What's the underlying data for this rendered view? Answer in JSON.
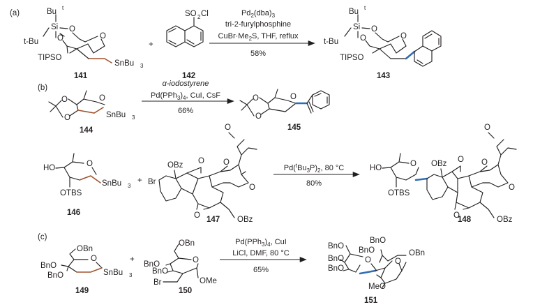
{
  "panels": {
    "a": "(a)",
    "b": "(b)",
    "c": "(c)"
  },
  "plus": "+",
  "atoms": {
    "tBu_sup": "Bu",
    "t": "t",
    "tBu_left": "t-Bu",
    "si": "Si",
    "o": "O",
    "tipso": "TIPSO",
    "snbu3": "SnBu",
    "sub3": "3",
    "so2cl": "SO",
    "sub2": "2",
    "cl": "Cl",
    "ho": "HO",
    "otbs": "OTBS",
    "obz": "OBz",
    "br": "Br",
    "obn": "OBn",
    "bno": "BnO",
    "ome": "OMe",
    "meo": "MeO"
  },
  "compounds": {
    "c141": "141",
    "c142": "142",
    "c143": "143",
    "c144": "144",
    "c145": "145",
    "c146": "146",
    "c147": "147",
    "c148": "148",
    "c149": "149",
    "c150": "150",
    "c151": "151"
  },
  "conditions": {
    "a": {
      "line1": "Pd",
      "line1_sub": "2",
      "line1b": "(dba)",
      "line1_sub2": "3",
      "line2": "tri-2-furylphosphine",
      "line3a": "CuBr·Me",
      "line3_sub": "2",
      "line3b": "S, THF, reflux",
      "yield": "58%"
    },
    "b1": {
      "line1": "α-iodostyrene",
      "line2a": "Pd(PPh",
      "line2_sub": "3",
      "line2b": ")",
      "line2_sub2": "4",
      "line2c": ", CuI, CsF",
      "yield": "66%"
    },
    "b2": {
      "line1a": "Pd(",
      "line1_sup": "t",
      "line1b": "Bu",
      "line1_sub": "3",
      "line1c": "P)",
      "line1_sub2": "2",
      "line1d": ", 80 °C",
      "yield": "80%"
    },
    "c": {
      "line1a": "Pd(PPh",
      "line1_sub": "3",
      "line1b": ")",
      "line1_sub2": "4",
      "line1c": ", CuI",
      "line2": "LiCl, DMF, 80 °C",
      "yield": "65%"
    }
  },
  "colors": {
    "highlight_bond": "#a0522d",
    "new_bond": "#2f6eb5",
    "ink": "#231f20"
  }
}
